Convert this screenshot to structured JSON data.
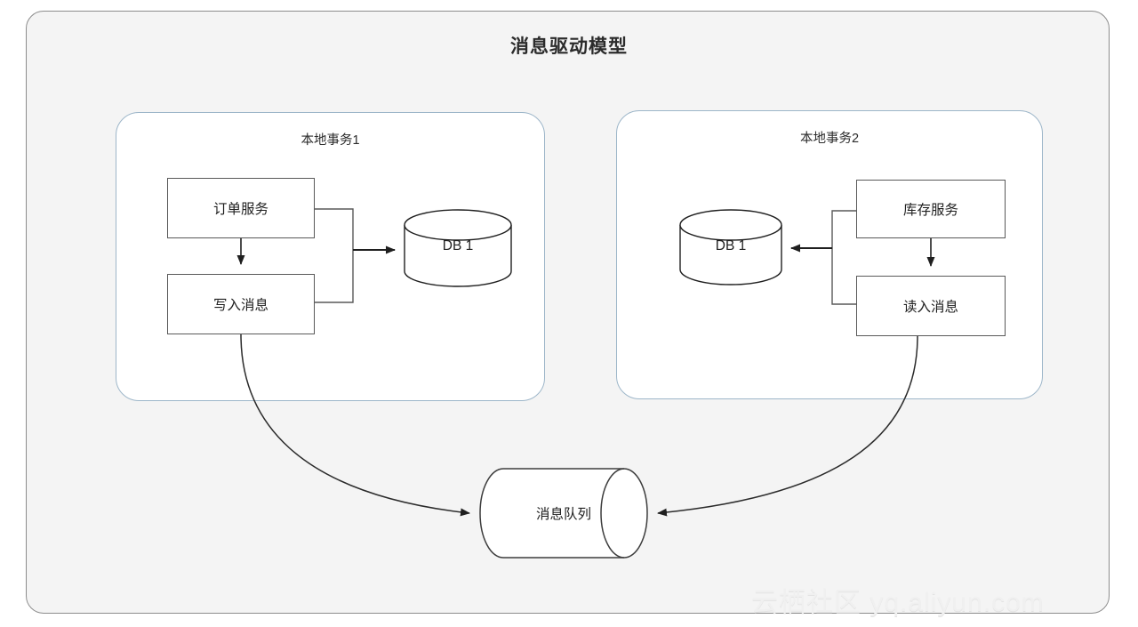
{
  "diagram": {
    "title": "消息驱动模型",
    "watermark": "云栖社区 yq.aliyun.com",
    "colors": {
      "background": "#f4f4f4",
      "outer_border": "#8c8c8c",
      "container_border": "#9db6c9",
      "box_border": "#595959",
      "connector": "#2b2b2b",
      "text": "#1f1f1f"
    }
  },
  "containers": [
    {
      "id": "txn-left",
      "title": "本地事务1",
      "nodes": [
        {
          "id": "box-order",
          "label": "订单服务",
          "type": "process"
        },
        {
          "id": "box-write",
          "label": "写入消息",
          "type": "process"
        },
        {
          "id": "db1",
          "label": "DB 1",
          "type": "database"
        }
      ]
    },
    {
      "id": "txn-right",
      "title": "本地事务2",
      "nodes": [
        {
          "id": "box-stock",
          "label": "库存服务",
          "type": "process"
        },
        {
          "id": "box-read",
          "label": "读入消息",
          "type": "process"
        },
        {
          "id": "db2",
          "label": "DB 1",
          "type": "database"
        }
      ]
    }
  ],
  "queue": {
    "id": "message-queue",
    "label": "消息队列",
    "type": "queue-cylinder"
  },
  "edges": [
    {
      "from": "box-order",
      "to": "box-write",
      "style": "arrow-down"
    },
    {
      "from": "box-order+box-write",
      "to": "db1",
      "style": "bracket-arrow-right"
    },
    {
      "from": "box-write",
      "to": "message-queue",
      "style": "curve-arrow"
    },
    {
      "from": "box-stock",
      "to": "box-read",
      "style": "arrow-down"
    },
    {
      "from": "box-stock+box-read",
      "to": "db2",
      "style": "bracket-arrow-left"
    },
    {
      "from": "box-read",
      "to": "message-queue",
      "style": "curve-arrow"
    }
  ]
}
